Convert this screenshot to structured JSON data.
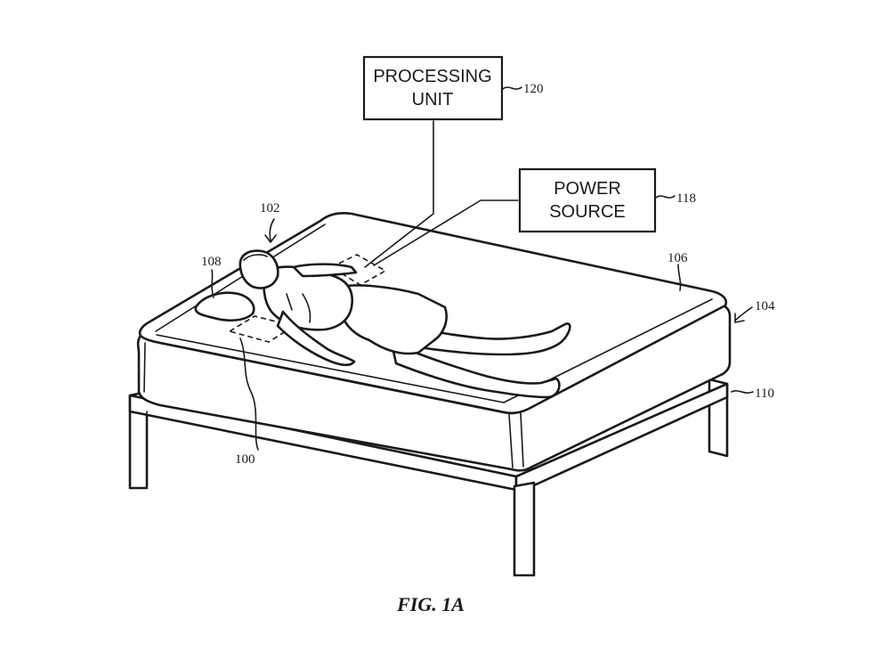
{
  "boxes": {
    "processing_unit": {
      "line1": "PROCESSING",
      "line2": "UNIT",
      "ref": "120"
    },
    "power_source": {
      "line1": "POWER",
      "line2": "SOURCE",
      "ref": "118"
    }
  },
  "refs": {
    "sensor": "100",
    "user": "102",
    "bed": "104",
    "mattress": "106",
    "pillow": "108",
    "frame": "110"
  },
  "caption": "FIG. 1A"
}
